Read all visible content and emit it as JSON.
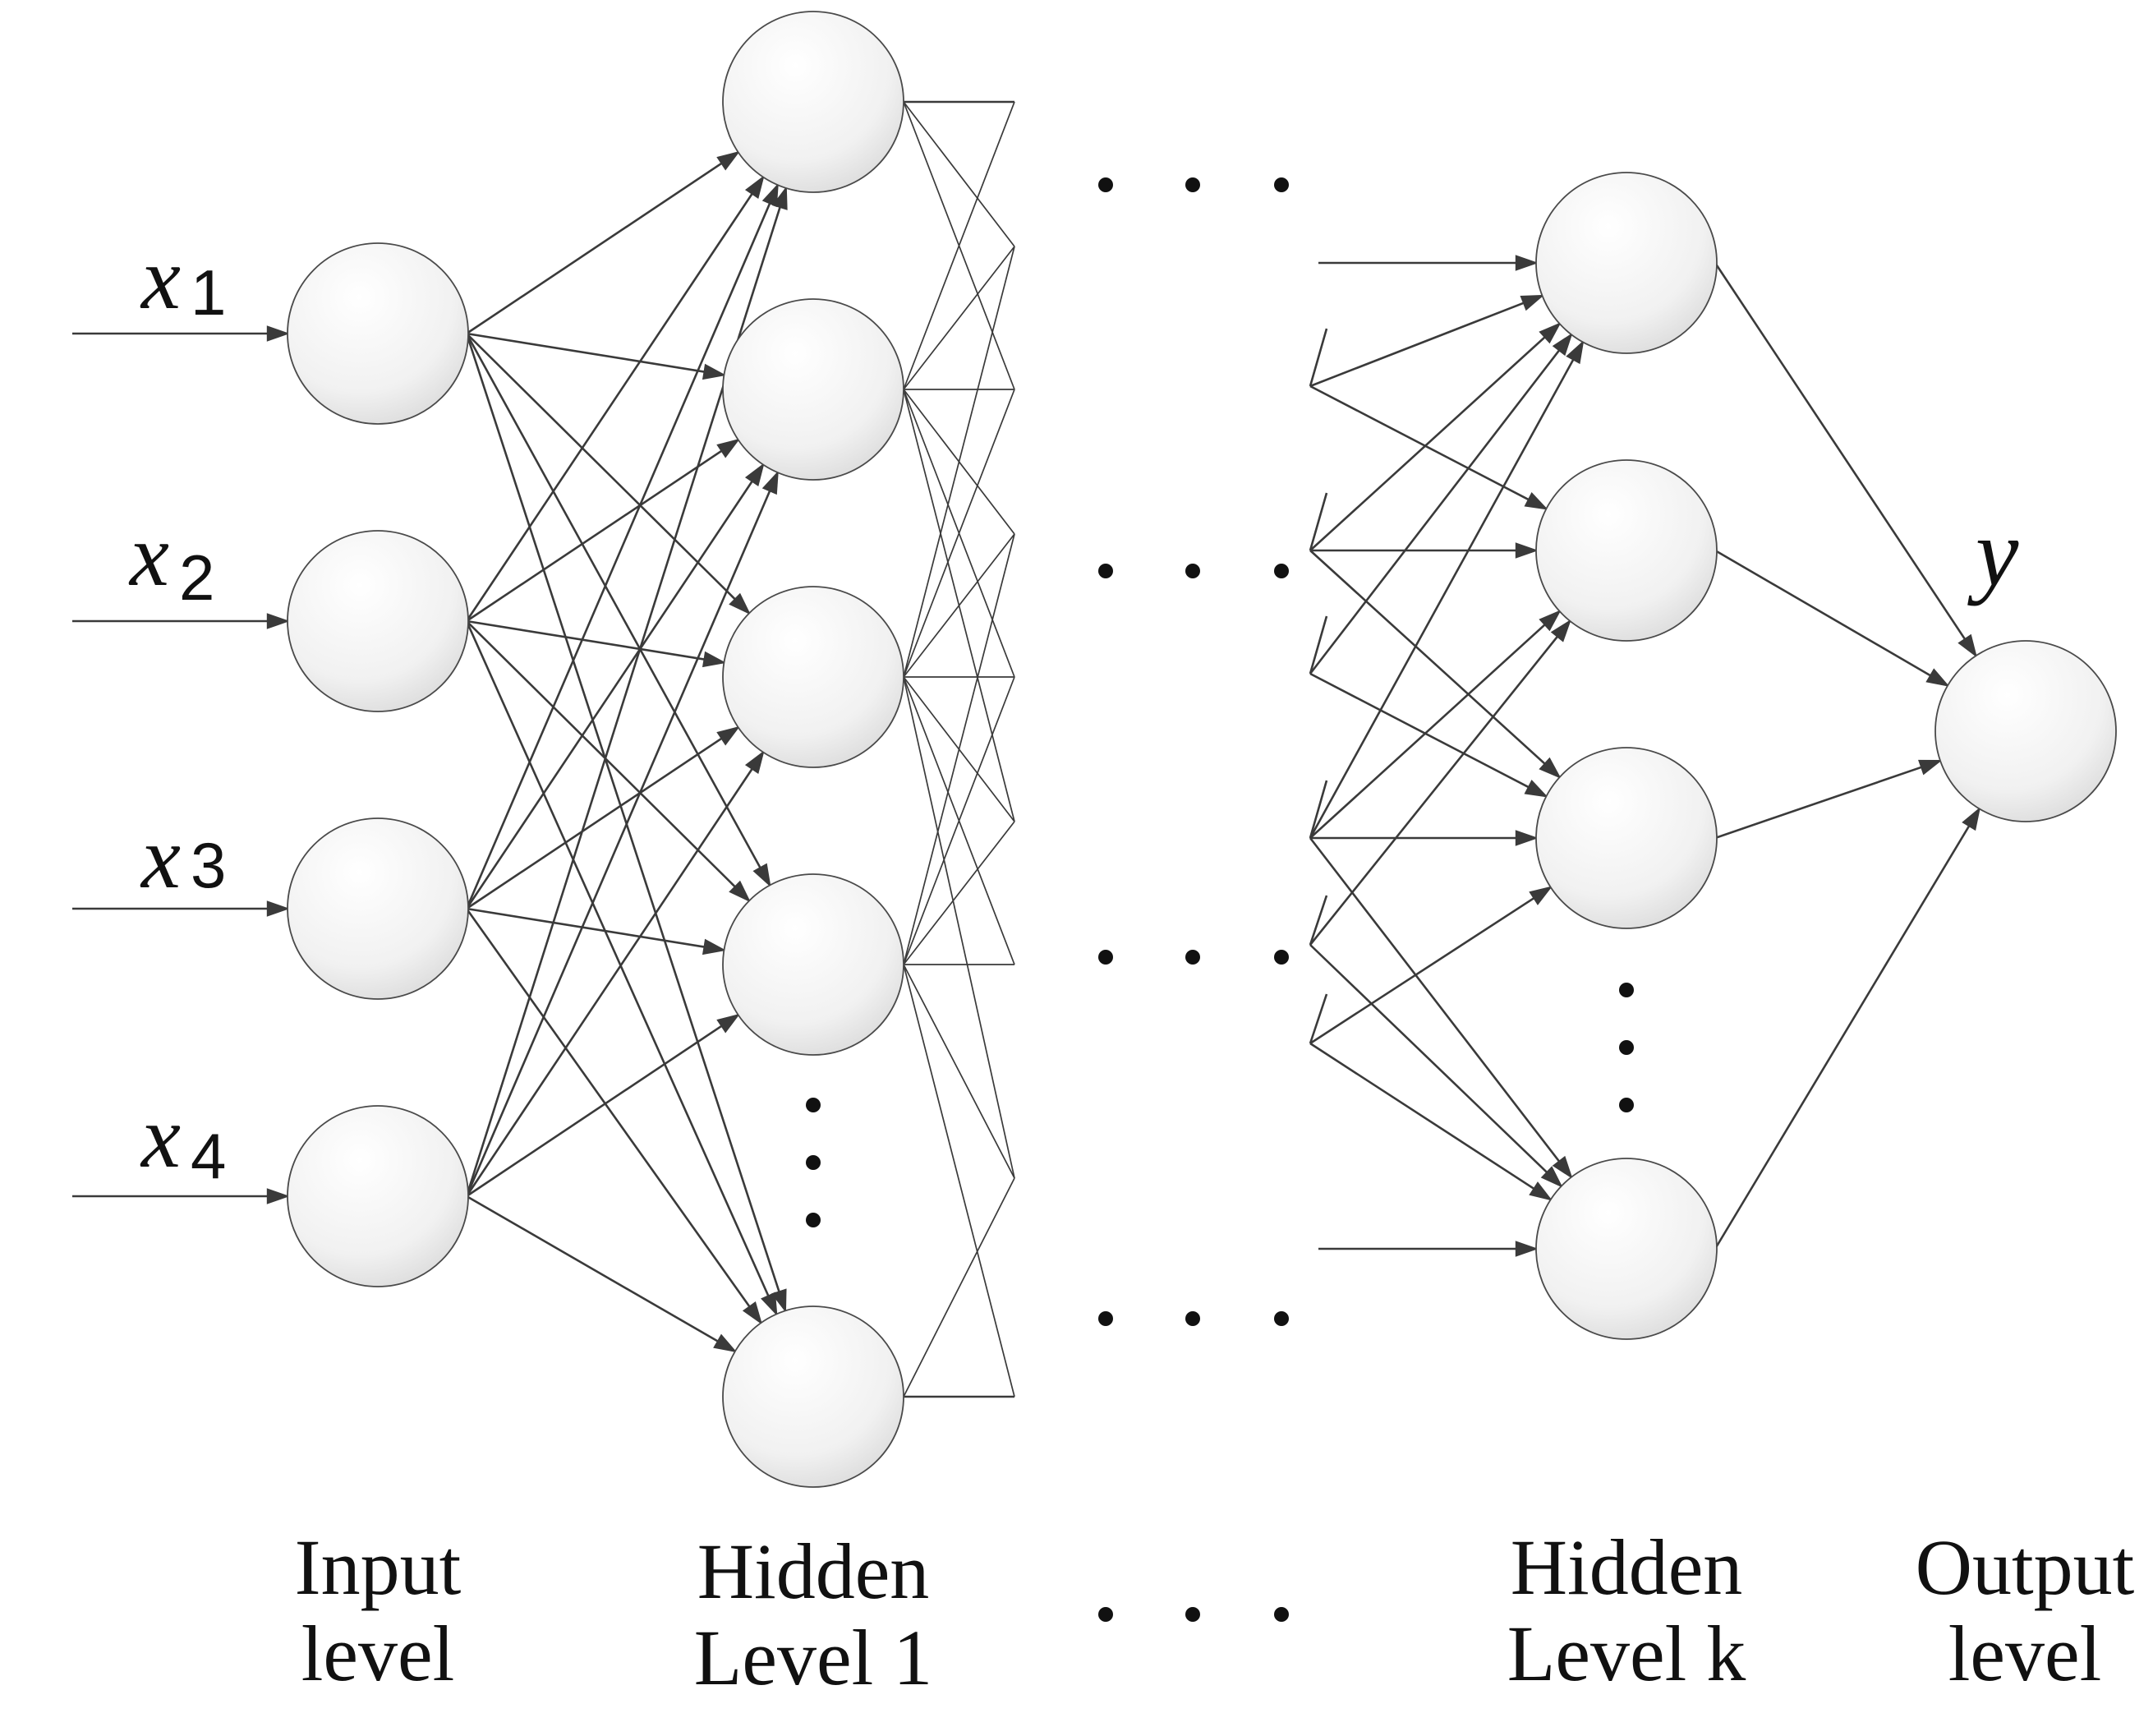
{
  "inputs": [
    {
      "symbol": "x",
      "sub": "1"
    },
    {
      "symbol": "x",
      "sub": "2"
    },
    {
      "symbol": "x",
      "sub": "3"
    },
    {
      "symbol": "x",
      "sub": "4"
    }
  ],
  "output": {
    "symbol": "y"
  },
  "layers": {
    "input": {
      "line1": "Input",
      "line2": "level"
    },
    "hidden1": {
      "line1": "Hidden",
      "line2": "Level 1"
    },
    "hiddenk": {
      "line1": "Hidden",
      "line2": "Level k"
    },
    "output": {
      "line1": "Output",
      "line2": "level"
    }
  }
}
